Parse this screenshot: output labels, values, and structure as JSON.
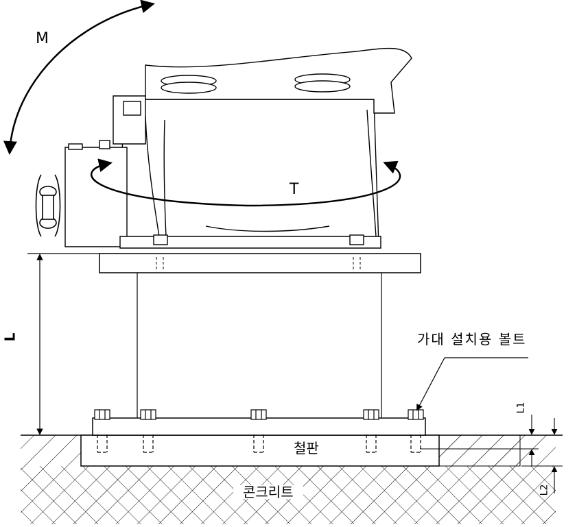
{
  "labels": {
    "moment": "M",
    "torque": "T",
    "length": "L",
    "mount_bolt": "가대 설치용 볼트",
    "steel_plate": "철판",
    "concrete": "콘크리트",
    "l1": "L1",
    "l2": "L2"
  },
  "colors": {
    "line": "#000000",
    "background": "#ffffff"
  }
}
